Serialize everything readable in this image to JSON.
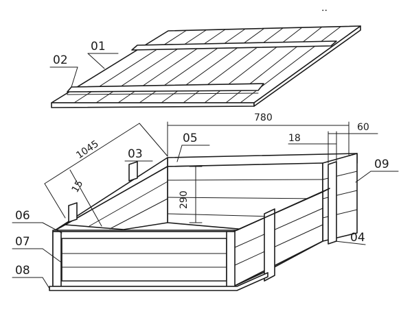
{
  "parts": {
    "lid_board": "01",
    "lid_batten": "02",
    "handle": "03",
    "corner_post": "04",
    "side_board_top": "05",
    "top_rim": "06",
    "front_panel": "07",
    "bottom_skid": "08",
    "end_panel": "09"
  },
  "dimensions": {
    "length": "1045",
    "width": "780",
    "height": "290",
    "post_width": "60",
    "gap": "18",
    "board_thickness": "15"
  },
  "marks": {
    "speck": ".."
  }
}
